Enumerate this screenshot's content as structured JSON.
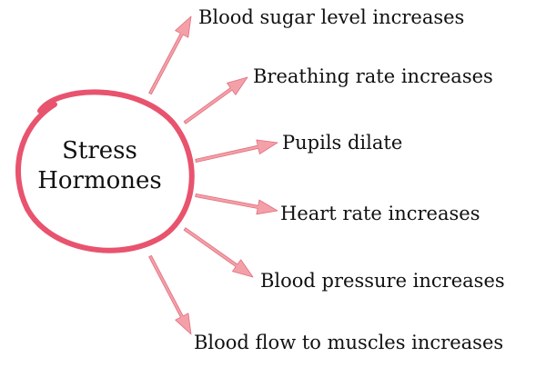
{
  "center": {
    "line1": "Stress",
    "line2": "Hormones"
  },
  "effects": [
    "Blood sugar level increases",
    "Breathing rate increases",
    "Pupils dilate",
    "Heart rate increases",
    "Blood pressure increases",
    "Blood flow to muscles increases"
  ],
  "colors": {
    "circle": "#e8536e",
    "arrow_fill": "#f4a0a8",
    "arrow_stroke": "#e06e7e",
    "text": "#111111"
  }
}
